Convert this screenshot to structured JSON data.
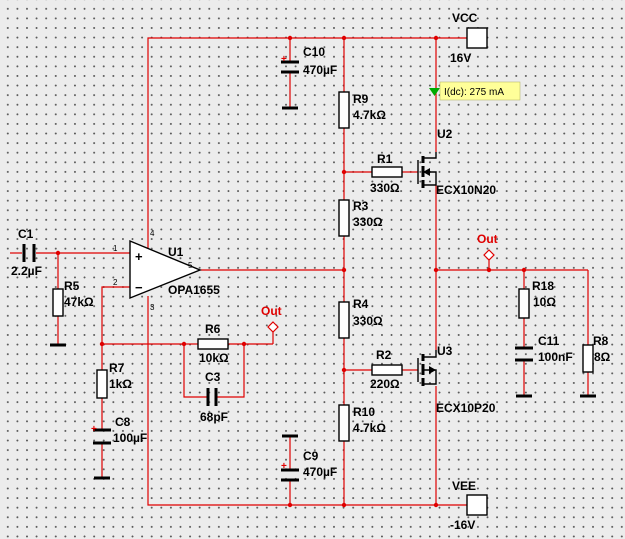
{
  "supplies": {
    "vcc": {
      "name": "VCC",
      "value": "16V"
    },
    "vee": {
      "name": "VEE",
      "value": "-16V"
    }
  },
  "probe": {
    "text": "I(dc): 275 mA",
    "color": "#ffff99",
    "marker_color": "#00aa00"
  },
  "opamp": {
    "ref": "U1",
    "part": "OPA1655",
    "pins": {
      "in_plus": "1",
      "in_minus": "2",
      "v_minus": "3",
      "v_plus": "4",
      "out": "5"
    },
    "symbols": {
      "plus": "+",
      "minus": "−"
    }
  },
  "transistors": {
    "upper": {
      "ref": "U2",
      "part": "ECX10N20"
    },
    "lower": {
      "ref": "U3",
      "part": "ECX10P20"
    }
  },
  "resistors": {
    "r1": {
      "ref": "R1",
      "value": "330Ω"
    },
    "r2": {
      "ref": "R2",
      "value": "220Ω"
    },
    "r3": {
      "ref": "R3",
      "value": "330Ω"
    },
    "r4": {
      "ref": "R4",
      "value": "330Ω"
    },
    "r5": {
      "ref": "R5",
      "value": "47kΩ"
    },
    "r6": {
      "ref": "R6",
      "value": "10kΩ"
    },
    "r7": {
      "ref": "R7",
      "value": "1kΩ"
    },
    "r8": {
      "ref": "R8",
      "value": "8Ω"
    },
    "r9": {
      "ref": "R9",
      "value": "4.7kΩ"
    },
    "r10": {
      "ref": "R10",
      "value": "4.7kΩ"
    },
    "r18": {
      "ref": "R18",
      "value": "10Ω"
    }
  },
  "capacitors": {
    "c1": {
      "ref": "C1",
      "value": "2.2µF"
    },
    "c3": {
      "ref": "C3",
      "value": "68pF"
    },
    "c8": {
      "ref": "C8",
      "value": "100µF"
    },
    "c9": {
      "ref": "C9",
      "value": "470µF"
    },
    "c10": {
      "ref": "C10",
      "value": "470µF"
    },
    "c11": {
      "ref": "C11",
      "value": "100nF"
    }
  },
  "nets": {
    "out_main": "Out",
    "out_feedback": "Out",
    "polarity_mark": "+"
  },
  "colors": {
    "wire": "#e00000",
    "component": "#000000",
    "background": "#ececec",
    "grid_dot": "#5a5a5a"
  }
}
